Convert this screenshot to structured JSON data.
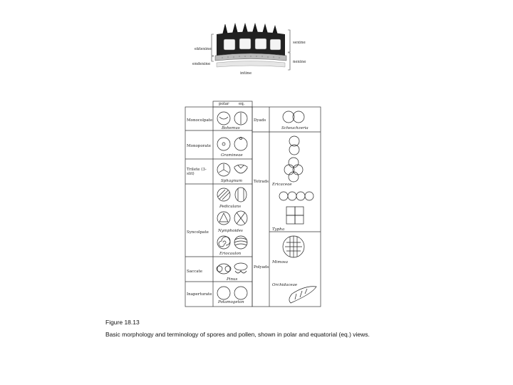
{
  "wall": {
    "sexine": "sexine",
    "ektexine": "ektexine",
    "nexine": "nexine",
    "endexine": "endexine",
    "intine": "intine"
  },
  "table": {
    "header_polar": "polar",
    "header_eq": "eq.",
    "left_rows": [
      {
        "category": "Monocolpate",
        "genus": "Bohemus"
      },
      {
        "category": "Monoporate",
        "genus": "Gramineae"
      },
      {
        "category": "Trilete (3-slit)",
        "genus": "Sphagnum"
      },
      {
        "category": "Syncolpate",
        "genus1": "Pediculans",
        "genus2": "Nymphoides",
        "genus3": "Eriocaulon"
      },
      {
        "category": "Saccate",
        "genus": "Pinus"
      },
      {
        "category": "Inaperturate",
        "genus": "Potamogeton"
      }
    ],
    "right_rows": [
      {
        "category": "Dyads",
        "genus": "Scheuchzeria"
      },
      {
        "category": "Tetrads",
        "genus1": "Ericaceae",
        "genus2": "Typha"
      },
      {
        "category": "Polyads",
        "genus1": "Mimosa",
        "genus2": "Orchidaceae"
      }
    ]
  },
  "caption": {
    "figure_number": "Figure 18.13",
    "text": "Basic morphology and terminology of spores and pollen, shown in polar and equatorial (eq.) views."
  }
}
